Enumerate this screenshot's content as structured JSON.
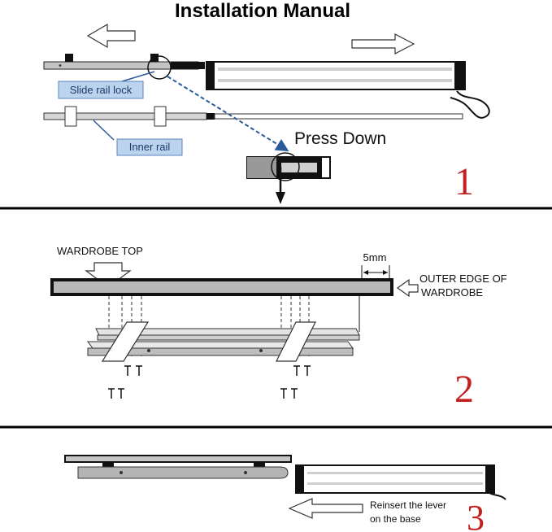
{
  "title": "Installation Manual",
  "step1": {
    "slide_rail_lock_label": "Slide rail lock",
    "inner_rail_label": "Inner rail",
    "press_down_label": "Press Down",
    "step_number": "1"
  },
  "step2": {
    "wardrobe_top_label": "WARDROBE TOP",
    "gap_label": "5mm",
    "outer_edge_line1": "OUTER EDGE OF",
    "outer_edge_line2": "WARDROBE",
    "step_number": "2"
  },
  "step3": {
    "reinsert_line1": "Reinsert the lever",
    "reinsert_line2": "on the base",
    "step_number": "3"
  },
  "colors": {
    "rail_fill": "#b8b8b8",
    "rail_dark": "#111111",
    "callout_fill": "#bcd3ee",
    "callout_stroke": "#5a86bd",
    "pointer_blue": "#2a5a9a",
    "step_red": "#c21f1f",
    "divider": "#000000"
  }
}
